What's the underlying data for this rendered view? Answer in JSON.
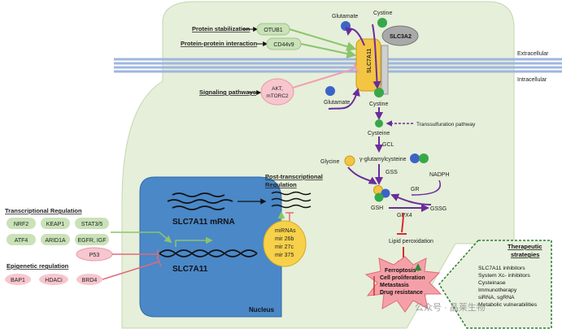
{
  "membrane": {
    "extracellular": "Extracellular",
    "intracellular": "Intracellular",
    "transporter": "SLC7A11",
    "subunit": "SLC3A2"
  },
  "posttranslational": {
    "protein_stabilization": "Protein stabilization",
    "otub1": "OTUB1",
    "protein_interaction": "Protein-protein interaction",
    "cd44v9": "CD44v9",
    "signaling": "Signaling pathways",
    "akt_line1": "AKT,",
    "akt_line2": "mTORC2"
  },
  "metabolism": {
    "glutamate_top": "Glutamate",
    "cystine_top": "Cystine",
    "glutamate_in": "Glutamate",
    "cystine_in": "Cystine",
    "cysteine": "Cysteine",
    "transsulfuration": "Transsulfuration pathway",
    "gcl": "GCL",
    "glycine": "Glycine",
    "gamma_gc": "γ-glutamylcysteine",
    "gss": "GSS",
    "nadph": "NADPH",
    "gr": "GR",
    "gsh": "GSH",
    "gssg": "GSSG",
    "gpx4": "GPX4",
    "lipid_perox": "Lipid peroxidation"
  },
  "outcomes": {
    "items": [
      "Ferroptosis",
      "Cell proliferation",
      "Metastasis",
      "Drug resistance"
    ]
  },
  "nucleus": {
    "label": "Nucleus",
    "mrna": "SLC7A11 mRNA",
    "gene": "SLC7A11"
  },
  "post_transcriptional": {
    "title_line1": "Post-transcriptional",
    "title_line2": "Regulation",
    "mirnas": [
      "miRNAs",
      "mir 26b",
      "mir 27c",
      "mir 375"
    ]
  },
  "transcriptional": {
    "title": "Transcriptional Regulation",
    "factors": [
      "NRF2",
      "KEAP1",
      "STAT3/5",
      "ATF4",
      "ARID1A",
      "EGFR, IGF"
    ],
    "p53": "P53"
  },
  "epigenetic": {
    "title": "Epigenetic regulation",
    "factors": [
      "BAP1",
      "HDACi",
      "BRD4"
    ]
  },
  "therapeutic": {
    "title_line1": "Therapeutic",
    "title_line2": "strategies",
    "items": [
      "SLC7A11 inhibitors",
      "System Xc- inhibitors",
      "Cysteinase",
      "Immunotherapy",
      "siRNA, sgRNA",
      "Metabolic vulnerabilities"
    ]
  },
  "watermark": "公众号 · 晶莱生物",
  "colors": {
    "cell_fill": "#e6efd9",
    "nucleus_fill": "#4a88c8",
    "pill_green": "#c9e2b8",
    "pill_pink": "#f7c6cf",
    "membrane": "#9fb6e0",
    "purple": "#6a2c9c",
    "transporter": "#f4c542",
    "mirna_fill": "#f7d14a",
    "burst": "#f5a0a8"
  }
}
